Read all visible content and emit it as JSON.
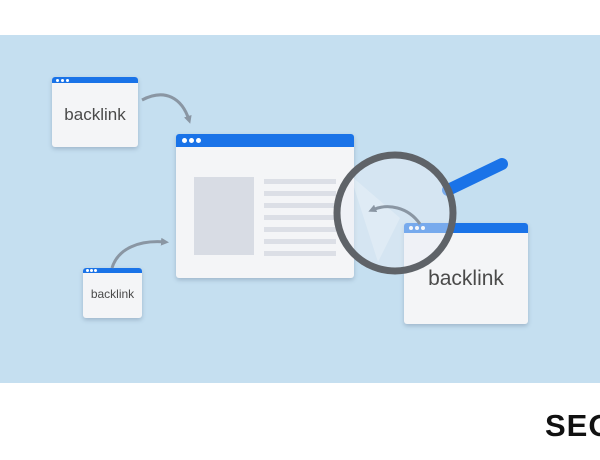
{
  "windows": {
    "top_left": {
      "label": "backlink"
    },
    "bottom_left": {
      "label": "backlink"
    },
    "right": {
      "label": "backlink"
    }
  },
  "brand": {
    "text": "SEO"
  },
  "colors": {
    "background_panel": "#c5dff0",
    "window_bar": "#1a73e8",
    "window_body": "#f4f5f7",
    "magnifier_ring": "#5f6368",
    "arrow": "#8a96a3"
  }
}
